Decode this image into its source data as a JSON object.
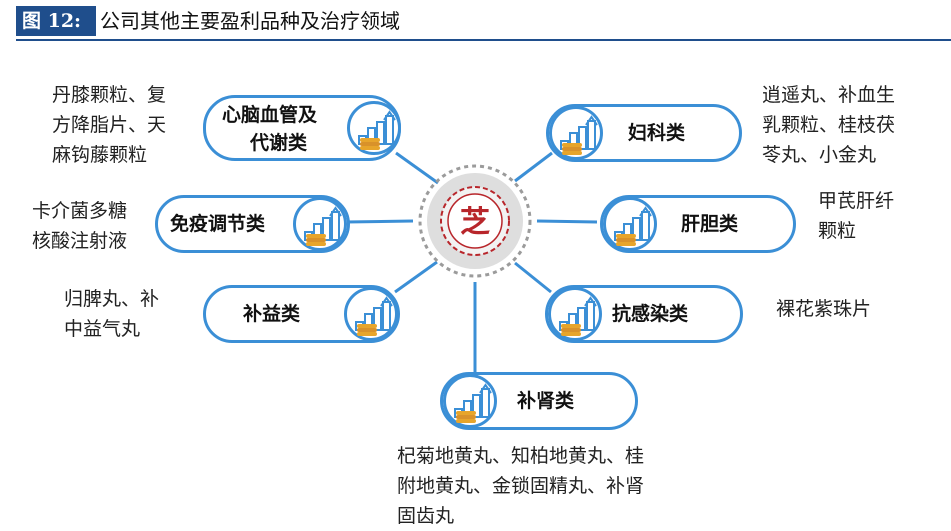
{
  "header": {
    "figure_label": "图 12:",
    "title": "公司其他主要盈利品种及治疗领域"
  },
  "center": {
    "logo_char": "芝"
  },
  "nodes": {
    "cardio": {
      "label_1": "心脑血管及",
      "label_2": "代谢类",
      "desc": [
        "丹膝颗粒、复",
        "方降脂片、天",
        "麻钩藤颗粒"
      ]
    },
    "immune": {
      "label": "免疫调节类",
      "desc": [
        "卡介菌多糖",
        "核酸注射液"
      ]
    },
    "tonic": {
      "label": "补益类",
      "desc": [
        "归脾丸、补",
        "中益气丸"
      ]
    },
    "kidney": {
      "label": "补肾类",
      "desc": [
        "杞菊地黄丸、知柏地黄丸、桂",
        "附地黄丸、金锁固精丸、补肾",
        "固齿丸"
      ]
    },
    "gyn": {
      "label": "妇科类",
      "desc": [
        "逍遥丸、补血生",
        "乳颗粒、桂枝茯",
        "苓丸、小金丸"
      ]
    },
    "liver": {
      "label": "肝胆类",
      "desc": [
        "甲芪肝纤",
        "颗粒"
      ]
    },
    "infect": {
      "label": "抗感染类",
      "desc": [
        "裸花紫珠片"
      ]
    }
  },
  "colors": {
    "accent": "#3b8fd6",
    "header_bg": "#1f4e8c",
    "logo_red": "#b8262b",
    "coin_gold": "#e7a52b"
  },
  "icons": {
    "node_icon": "bar-chart-growth-coins-icon",
    "center_icon": "company-logo-icon"
  }
}
